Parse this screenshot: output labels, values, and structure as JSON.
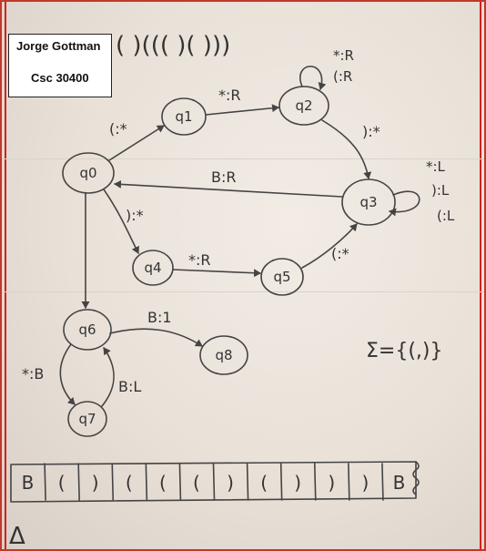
{
  "header_card": {
    "name": "Jorge Gottman",
    "course": "Csc 30400"
  },
  "input_string": "( )((( )( )))",
  "states": [
    "q0",
    "q1",
    "q2",
    "q3",
    "q4",
    "q5",
    "q6",
    "q7",
    "q8"
  ],
  "transitions": {
    "q0_q1": "(:*",
    "q1_q2": "*:R",
    "q2_loop_1": "*:R",
    "q2_loop_2": "(:R",
    "q2_q3": "):*",
    "q3_loop_1": "*:L",
    "q3_loop_2": "):L",
    "q3_loop_3": "(:L",
    "q3_q0": "B:R",
    "q0_q4": "):*",
    "q4_q5": "*:R",
    "q5_q3": "(:*",
    "q6_q8": "B:1",
    "q6_q7": "*:B",
    "q7_q6": "B:L"
  },
  "alphabet": "Σ={(,)}",
  "tape": [
    "B",
    "(",
    ")",
    "(",
    "(",
    "(",
    ")",
    "(",
    ")",
    ")",
    ")",
    "B"
  ],
  "head_marker": "Δ"
}
